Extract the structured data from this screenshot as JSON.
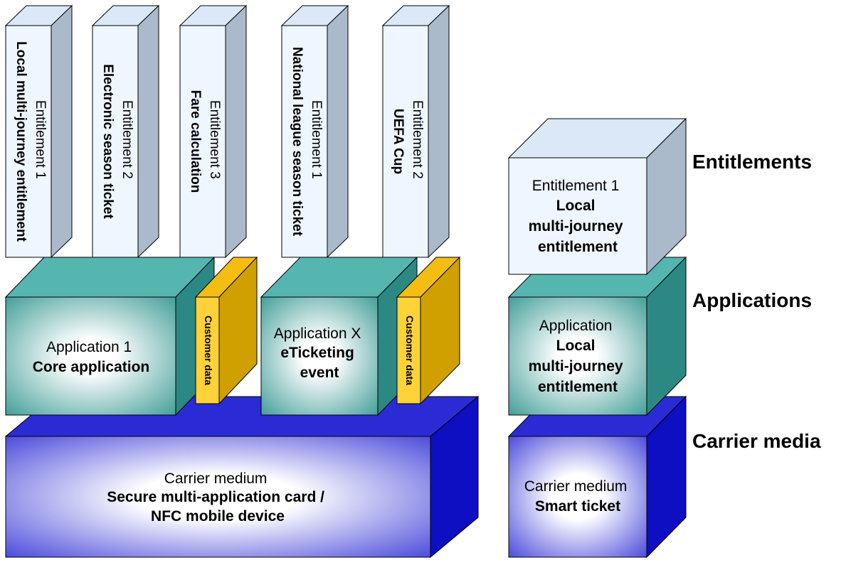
{
  "left_stack": {
    "entitlements": [
      {
        "title": "Entitlement 1",
        "name_lines": [
          "Local multi-journey entitlement"
        ]
      },
      {
        "title": "Entitlement 2",
        "name_lines": [
          "Electronic season ticket"
        ]
      },
      {
        "title": "Entitlement 3",
        "name_lines": [
          "Fare calculation"
        ]
      },
      {
        "title": "Entitlement 1",
        "name_lines": [
          "National league season ticket"
        ]
      },
      {
        "title": "Entitlement 2",
        "name_lines": [
          "UEFA Cup"
        ]
      }
    ],
    "applications": [
      {
        "title": "Application 1",
        "name_lines": [
          "Core application"
        ]
      },
      {
        "title": "Application X",
        "name_lines": [
          "eTicketing",
          "event"
        ]
      }
    ],
    "customer_data": [
      "Customer data",
      "Customer data"
    ],
    "carrier": {
      "title": "Carrier medium",
      "name_lines": [
        "Secure multi-application card /",
        "NFC mobile device"
      ]
    }
  },
  "right_stack": {
    "entitlement": {
      "title": "Entitlement 1",
      "name_lines": [
        "Local",
        "multi-journey",
        "entitlement"
      ]
    },
    "application": {
      "title": "Application",
      "name_lines": [
        "Local",
        "multi-journey",
        "entitlement"
      ]
    },
    "carrier": {
      "title": "Carrier medium",
      "name_lines": [
        "Smart ticket"
      ]
    }
  },
  "layer_labels": {
    "entitlements": "Entitlements",
    "applications": "Applications",
    "carrier_media": "Carrier media"
  },
  "colors": {
    "carrier_front_center": "#ffffff",
    "carrier_front_edge": "#3c3cd8",
    "carrier_top": "#2b2bd6",
    "carrier_side": "#0e0ec2",
    "application_front_center": "#ffffff",
    "application_front_edge": "#3f9c96",
    "application_top": "#55b6b0",
    "application_side": "#2c8883",
    "customer_front": "#ffd23a",
    "customer_top": "#f3bd12",
    "customer_side": "#cfa000",
    "entitlement_front": "#eef6ff",
    "entitlement_top": "#dae8f7",
    "entitlement_side": "#aabaca"
  }
}
